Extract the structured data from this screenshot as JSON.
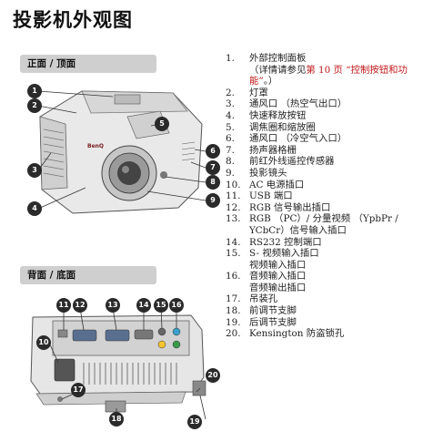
{
  "title": "投影机外观图",
  "sections": {
    "front_top": "正面 / 顶面",
    "rear_bottom": "背面 / 底面"
  },
  "front_callouts": [
    "1",
    "2",
    "3",
    "4",
    "5",
    "6",
    "7",
    "8",
    "9"
  ],
  "rear_callouts": [
    "11",
    "12",
    "13",
    "14",
    "15",
    "16",
    "10",
    "17",
    "18",
    "19",
    "20"
  ],
  "brand": "BenQ",
  "items": [
    {
      "num": "1.",
      "pre": "外部控制面板",
      "line2_pre": "（详情请参见",
      "link": "第 10 页 “控制按钮和功能”",
      "post": "。）"
    },
    {
      "num": "2.",
      "text": "灯罩"
    },
    {
      "num": "3.",
      "text": "通风口 （热空气出口）"
    },
    {
      "num": "4.",
      "text": "快速释放按钮"
    },
    {
      "num": "5.",
      "text": "调焦圈和缩放圈"
    },
    {
      "num": "6.",
      "text": "通风口 （冷空气入口）"
    },
    {
      "num": "7.",
      "text": "扬声器格栅"
    },
    {
      "num": "8.",
      "text": "前红外线遥控传感器"
    },
    {
      "num": "9.",
      "text": "投影镜头"
    },
    {
      "num": "10.",
      "text": "AC 电源插口"
    },
    {
      "num": "11.",
      "text": "USB 端口"
    },
    {
      "num": "12.",
      "text": "RGB 信号输出插口"
    },
    {
      "num": "13.",
      "text": "RGB （PC）/ 分量视频 （YpbPr / YCbCr）信号输入插口"
    },
    {
      "num": "14.",
      "text": "RS232 控制端口"
    },
    {
      "num": "15.",
      "text": "S- 视频输入插口"
    },
    {
      "num": "",
      "text": "视频输入插口"
    },
    {
      "num": "16.",
      "text": "音频输入插口"
    },
    {
      "num": "",
      "text": "音频输出插口"
    },
    {
      "num": "17.",
      "text": "吊装孔"
    },
    {
      "num": "18.",
      "text": "前调节支脚"
    },
    {
      "num": "19.",
      "text": "后调节支脚"
    },
    {
      "num": "20.",
      "text": "Kensington 防盗锁孔"
    }
  ]
}
